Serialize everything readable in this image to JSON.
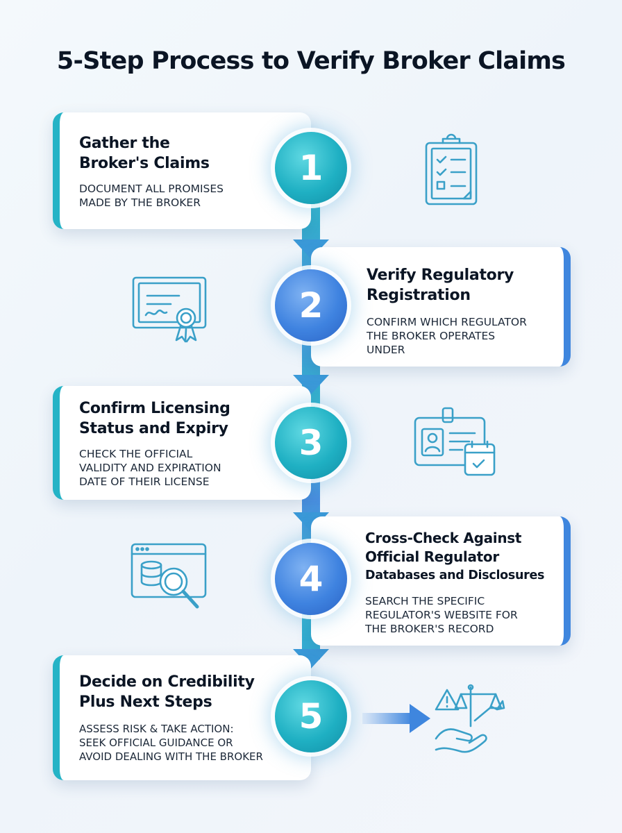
{
  "title": "5-Step Process to Verify Broker Claims",
  "steps": [
    {
      "number": "1",
      "title_line1": "Gather the",
      "title_line2": "Broker's Claims",
      "desc_line1": "DOCUMENT ALL PROMISES",
      "desc_line2": "MADE BY THE BROKER",
      "icon": "clipboard-checklist-icon"
    },
    {
      "number": "2",
      "title_line1": "Verify Regulatory",
      "title_line2": "Registration",
      "desc_line1": "CONFIRM WHICH REGULATOR",
      "desc_line2": "THE BROKER OPERATES",
      "desc_line3": "UNDER",
      "icon": "certificate-icon"
    },
    {
      "number": "3",
      "title_line1": "Confirm Licensing",
      "title_line2": "Status and Expiry",
      "desc_line1": "CHECK THE OFFICIAL",
      "desc_line2": "VALIDITY AND EXPIRATION",
      "desc_line3": "DATE OF THEIR LICENSE",
      "icon": "id-badge-calendar-icon"
    },
    {
      "number": "4",
      "title_line1": "Cross-Check Against",
      "title_line2": "Official Regulator",
      "title_line3": "Databases and Disclosures",
      "desc_line1": "SEARCH THE SPECIFIC",
      "desc_line2": "REGULATOR'S WEBSITE FOR",
      "desc_line3": "THE BROKER'S RECORD",
      "icon": "database-search-icon"
    },
    {
      "number": "5",
      "title_line1": "Decide on Credibility",
      "title_line2": "Plus Next Steps",
      "desc_line1": "ASSESS RISK & TAKE ACTION:",
      "desc_line2": "SEEK OFFICIAL GUIDANCE OR",
      "desc_line3": "AVOID DEALING WITH THE BROKER",
      "icon": "scales-decision-icon"
    }
  ],
  "colors": {
    "teal": "#25b3c6",
    "blue": "#3f86de",
    "icon_stroke": "#3aa0c8"
  }
}
